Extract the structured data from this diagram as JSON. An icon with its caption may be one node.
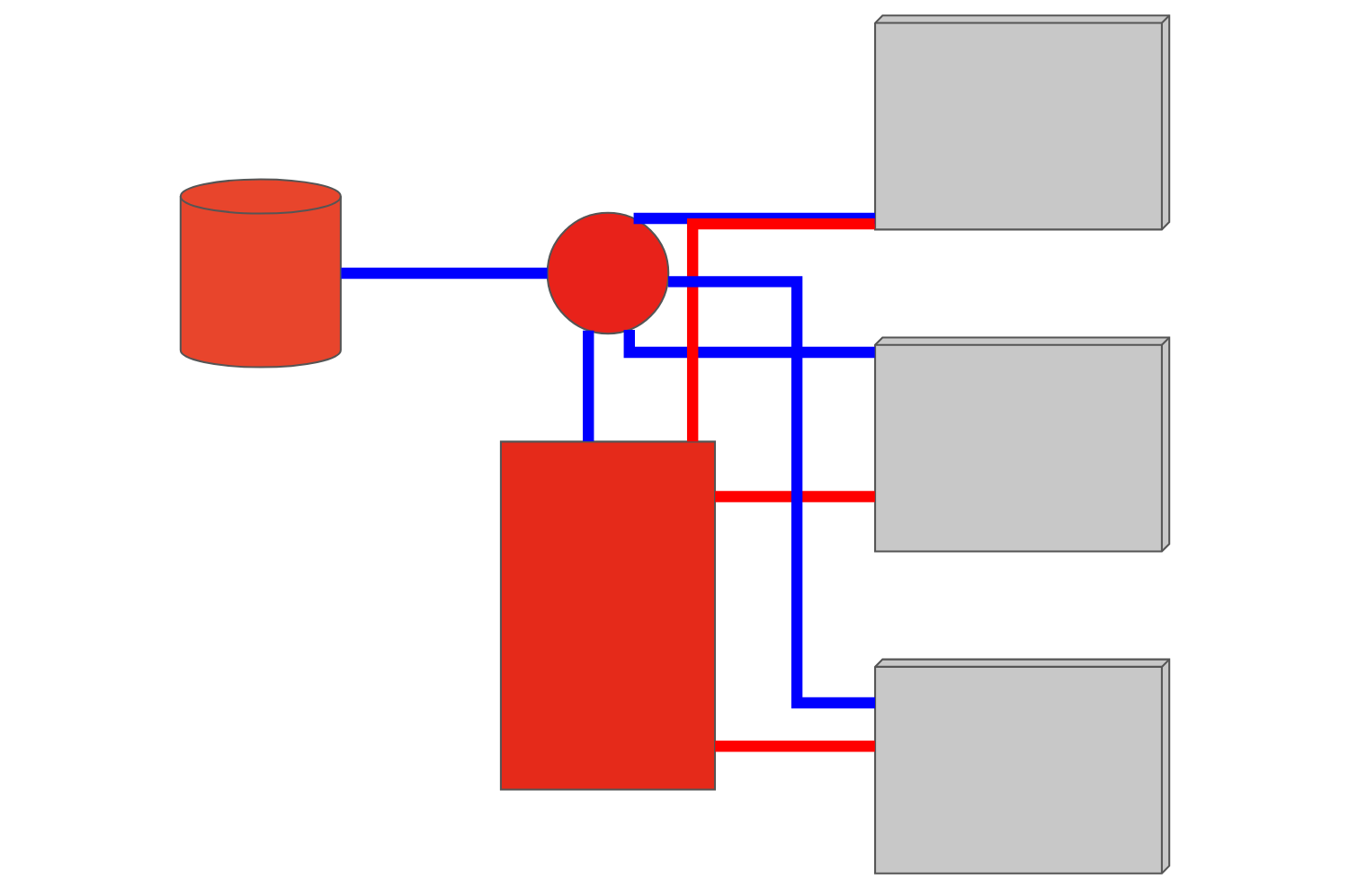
{
  "diagram": {
    "nodes": [
      {
        "text": [],
        "shape": "cylinder"
      },
      {
        "text": [],
        "shape": "picture"
      },
      {
        "text": [],
        "shape": "picture"
      },
      {
        "text": [],
        "shape": "box"
      },
      {
        "text": [],
        "shape": "picture"
      },
      {
        "text": [],
        "shape": "picture"
      }
    ],
    "edges": [
      {
        "from": 3,
        "to": 1,
        "arrow": "none",
        "color": "#ff0000"
      },
      {
        "from": 3,
        "to": 2,
        "arrow": "none",
        "color": "#ff0000"
      },
      {
        "from": 3,
        "to": 5,
        "arrow": "none",
        "color": "#ff0000"
      },
      {
        "from": 1,
        "to": 4,
        "arrow": "none",
        "color": "#0000ff"
      },
      {
        "from": 2,
        "to": 4,
        "arrow": "none",
        "color": "#0000ff"
      },
      {
        "from": 5,
        "to": 4,
        "arrow": "none",
        "color": "#0000ff"
      },
      {
        "from": 0,
        "to": 4,
        "arrow": "none",
        "color": "#0000ff"
      },
      {
        "from": 4,
        "to": 3,
        "arrow": "none",
        "color": "#0000ff"
      }
    ]
  }
}
